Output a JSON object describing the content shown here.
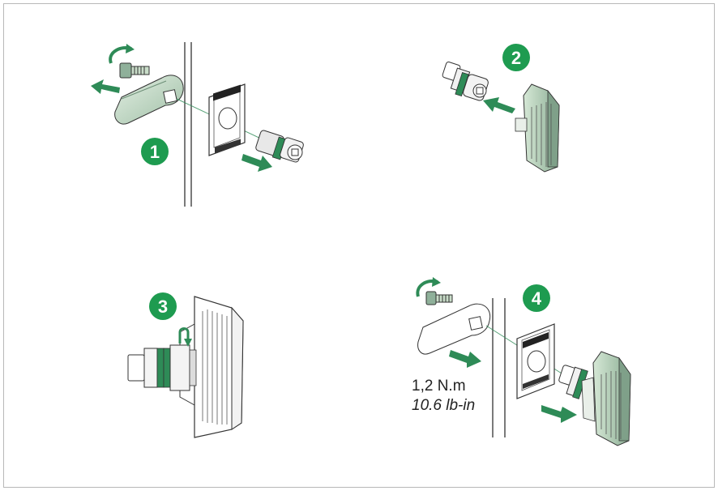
{
  "steps": [
    {
      "number": "1"
    },
    {
      "number": "2"
    },
    {
      "number": "3"
    },
    {
      "number": "4"
    }
  ],
  "torque": {
    "metric": "1,2 N.m",
    "imperial": "10.6 lb-in"
  },
  "colors": {
    "badge": "#1e9b50",
    "arrow": "#2e8b57",
    "part_fill": "#c9ddc9",
    "part_dark": "#8fb09a",
    "panel_line": "#222222",
    "frame": "#b8b8b8"
  }
}
